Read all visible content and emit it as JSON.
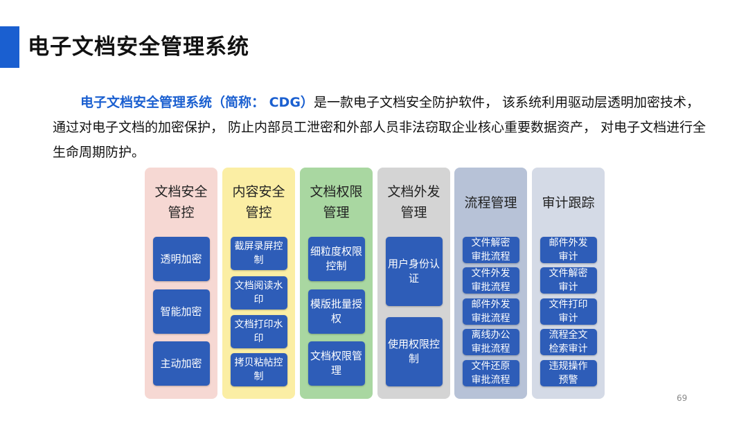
{
  "title": "电子文档安全管理系统",
  "intro": {
    "lead": "电子文档安全管理系统（简称： CDG）",
    "body": "是一款电子文档安全防护软件， 该系统利用驱动层透明加密技术， 通过对电子文档的加密保护， 防止内部员工泄密和外部人员非法窃取企业核心重要数据资产， 对电子文档进行全生命周期防护。"
  },
  "colors": {
    "accent": "#1a5fd0",
    "box": "#2e5db8",
    "columns": [
      "#f6d8d3",
      "#fbeea4",
      "#a9d7a1",
      "#d4d4d4",
      "#b7c2d7",
      "#d4dae6"
    ]
  },
  "columns": [
    {
      "header": "文档安全管控",
      "items": [
        "透明加密",
        "智能加密",
        "主动加密"
      ]
    },
    {
      "header": "内容安全管控",
      "items": [
        "截屏录屏控制",
        "文档阅读水印",
        "文档打印水印",
        "拷贝粘帖控制"
      ]
    },
    {
      "header": "文档权限管理",
      "items": [
        "细粒度权限控制",
        "模版批量授权",
        "文档权限管理"
      ]
    },
    {
      "header": "文档外发管理",
      "items": [
        "用户身份认证",
        "使用权限控制"
      ]
    },
    {
      "header": "流程管理",
      "items": [
        "文件解密审批流程",
        "文件外发审批流程",
        "邮件外发审批流程",
        "离线办公审批流程",
        "文件还原审批流程"
      ]
    },
    {
      "header": "审计跟踪",
      "items": [
        "邮件外发审计",
        "文件解密审计",
        "文件打印审计",
        "流程全文检索审计",
        "违规操作预警"
      ]
    }
  ],
  "page_number": "69"
}
